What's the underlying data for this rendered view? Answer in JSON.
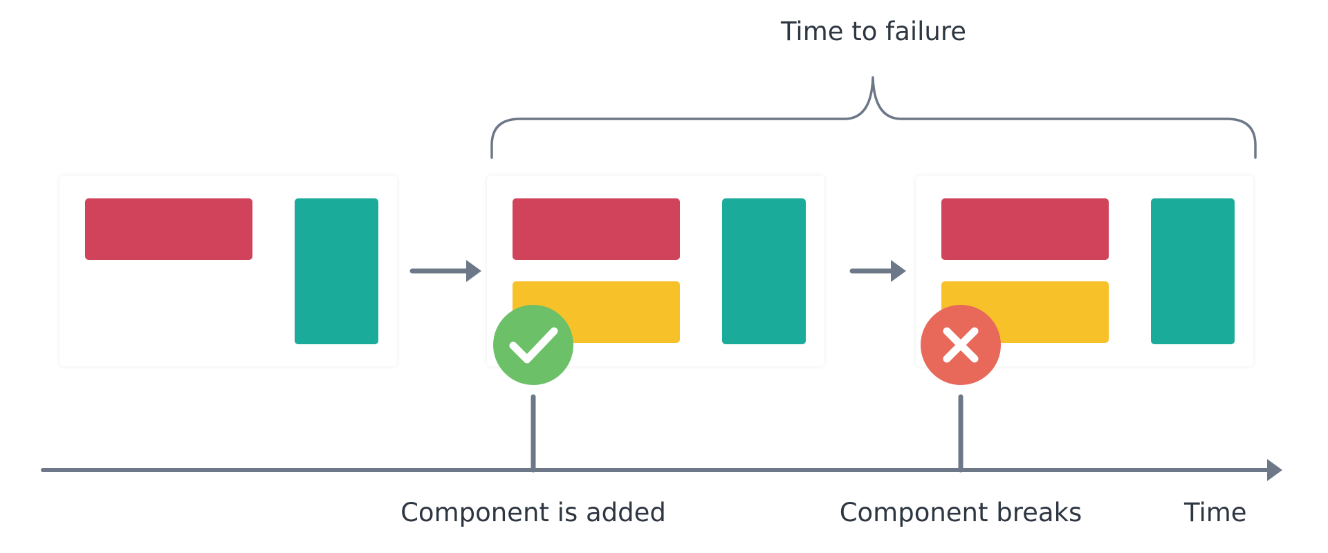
{
  "labels": {
    "time_to_failure": "Time to failure",
    "component_added": "Component is added",
    "component_breaks": "Component breaks",
    "time_axis": "Time"
  },
  "stages": [
    {
      "blocks": [
        "red",
        "teal"
      ]
    },
    {
      "blocks": [
        "red",
        "yellow",
        "teal"
      ],
      "marker": "check"
    },
    {
      "blocks": [
        "red",
        "yellow",
        "teal"
      ],
      "marker": "cross"
    }
  ],
  "colors": {
    "red_block": "#d1435b",
    "yellow_block": "#f7c12a",
    "teal_block": "#1aab9b",
    "success_marker": "#6cc067",
    "failure_marker": "#e8685a",
    "lines": "#6c7888",
    "text": "#2e3642"
  }
}
